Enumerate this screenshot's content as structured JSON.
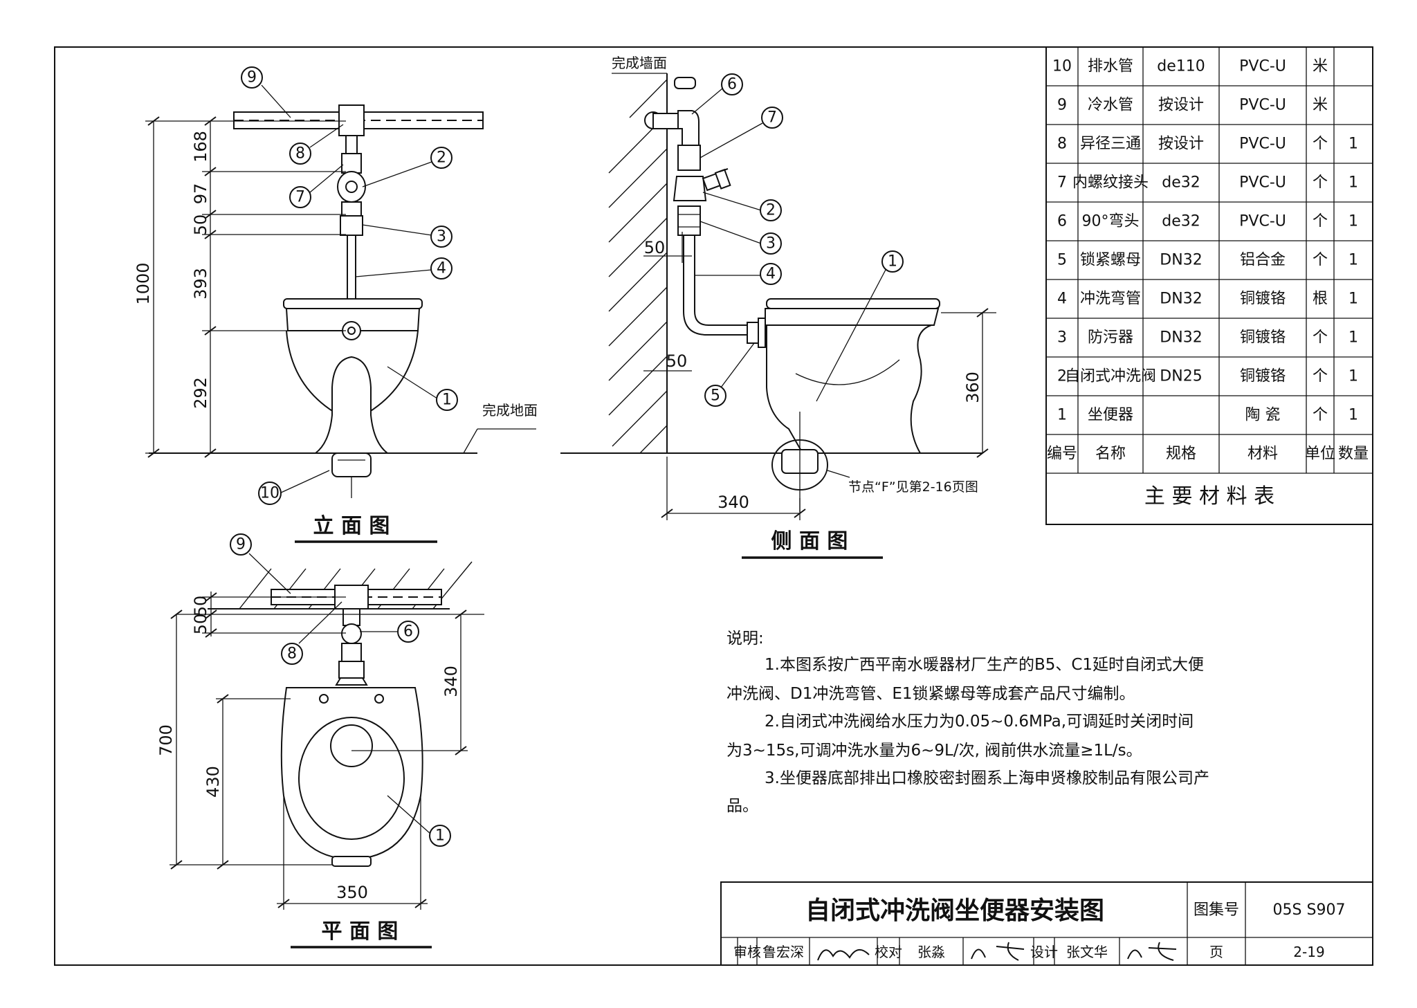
{
  "titles": {
    "elevation": "立 面 图",
    "side": "侧 面 图",
    "plan": "平 面 图",
    "finished_wall": "完成墙面",
    "finished_floor": "完成地面",
    "node_ref": "节点“F”见第2-16页图"
  },
  "elevation_dims": [
    "168",
    "97",
    "50",
    "393",
    "1000",
    "292"
  ],
  "side_dims": [
    "50",
    "50",
    "360",
    "340"
  ],
  "plan_dims": [
    "50",
    "50",
    "340",
    "700",
    "430",
    "350"
  ],
  "callouts": [
    "1",
    "2",
    "3",
    "4",
    "5",
    "6",
    "7",
    "8",
    "9",
    "10"
  ],
  "materials": {
    "rows": [
      {
        "no": "10",
        "name": "排水管",
        "spec": "de110",
        "material": "PVC-U",
        "unit": "米",
        "qty": ""
      },
      {
        "no": "9",
        "name": "冷水管",
        "spec": "按设计",
        "material": "PVC-U",
        "unit": "米",
        "qty": ""
      },
      {
        "no": "8",
        "name": "异径三通",
        "spec": "按设计",
        "material": "PVC-U",
        "unit": "个",
        "qty": "1"
      },
      {
        "no": "7",
        "name": "内螺纹接头",
        "spec": "de32",
        "material": "PVC-U",
        "unit": "个",
        "qty": "1"
      },
      {
        "no": "6",
        "name": "90°弯头",
        "spec": "de32",
        "material": "PVC-U",
        "unit": "个",
        "qty": "1"
      },
      {
        "no": "5",
        "name": "锁紧螺母",
        "spec": "DN32",
        "material": "铝合金",
        "unit": "个",
        "qty": "1"
      },
      {
        "no": "4",
        "name": "冲洗弯管",
        "spec": "DN32",
        "material": "铜镀铬",
        "unit": "根",
        "qty": "1"
      },
      {
        "no": "3",
        "name": "防污器",
        "spec": "DN32",
        "material": "铜镀铬",
        "unit": "个",
        "qty": "1"
      },
      {
        "no": "2",
        "name": "自闭式冲洗阀",
        "spec": "DN25",
        "material": "铜镀铬",
        "unit": "个",
        "qty": "1"
      },
      {
        "no": "1",
        "name": "坐便器",
        "spec": "",
        "material": "陶 瓷",
        "unit": "个",
        "qty": "1"
      }
    ],
    "header": {
      "no": "编号",
      "name": "名称",
      "spec": "规格",
      "material": "材料",
      "unit": "单位",
      "qty": "数量"
    },
    "caption": "主 要 材 料 表"
  },
  "notes": {
    "title": "说明:",
    "lines": [
      "1.本图系按广西平南水暖器材厂生产的B5、C1延时自闭式大便",
      "冲洗阀、D1冲洗弯管、E1锁紧螺母等成套产品尺寸编制。",
      "2.自闭式冲洗阀给水压力为0.05~0.6MPa,可调延时关闭时间",
      "为3~15s,可调冲洗水量为6~9L/次, 阀前供水流量≥1L/s。",
      "3.坐便器底部排出口橡胶密封圈系上海申贤橡胶制品有限公司产",
      "品。"
    ]
  },
  "title_block": {
    "title": "自闭式冲洗阀坐便器安装图",
    "atlas_label": "图集号",
    "atlas_no": "05S S907",
    "review_label": "审核",
    "reviewer": "鲁宏深",
    "check_label": "校对",
    "checker": "张淼",
    "design_label": "设计",
    "designer": "张文华",
    "page_label": "页",
    "page_no": "2-19"
  }
}
